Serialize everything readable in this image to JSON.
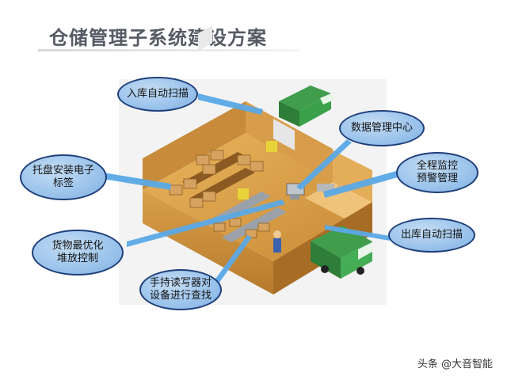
{
  "title": "仓储管理子系统建设方案",
  "labels": {
    "inbound_scan": "入库自动扫描",
    "data_center": "数据管理中心",
    "pallet_tag_line1": "托盘安装电子",
    "pallet_tag_line2": "标签",
    "monitoring_line1": "全程监控",
    "monitoring_line2": "预警管理",
    "stacking_line1": "货物最优化",
    "stacking_line2": "堆放控制",
    "outbound_scan": "出库自动扫描",
    "handheld_line1": "手持读写器对",
    "handheld_line2": "设备进行查找"
  },
  "colors": {
    "bubble_fill": "#9ec5ec",
    "bubble_border": "#1f3f7a",
    "arrow": "#5aa9e6",
    "truck_green": "#2e8b3e",
    "floor": "#d9a24a",
    "wall": "#c88a3a"
  },
  "watermark": "头条 @大音智能"
}
